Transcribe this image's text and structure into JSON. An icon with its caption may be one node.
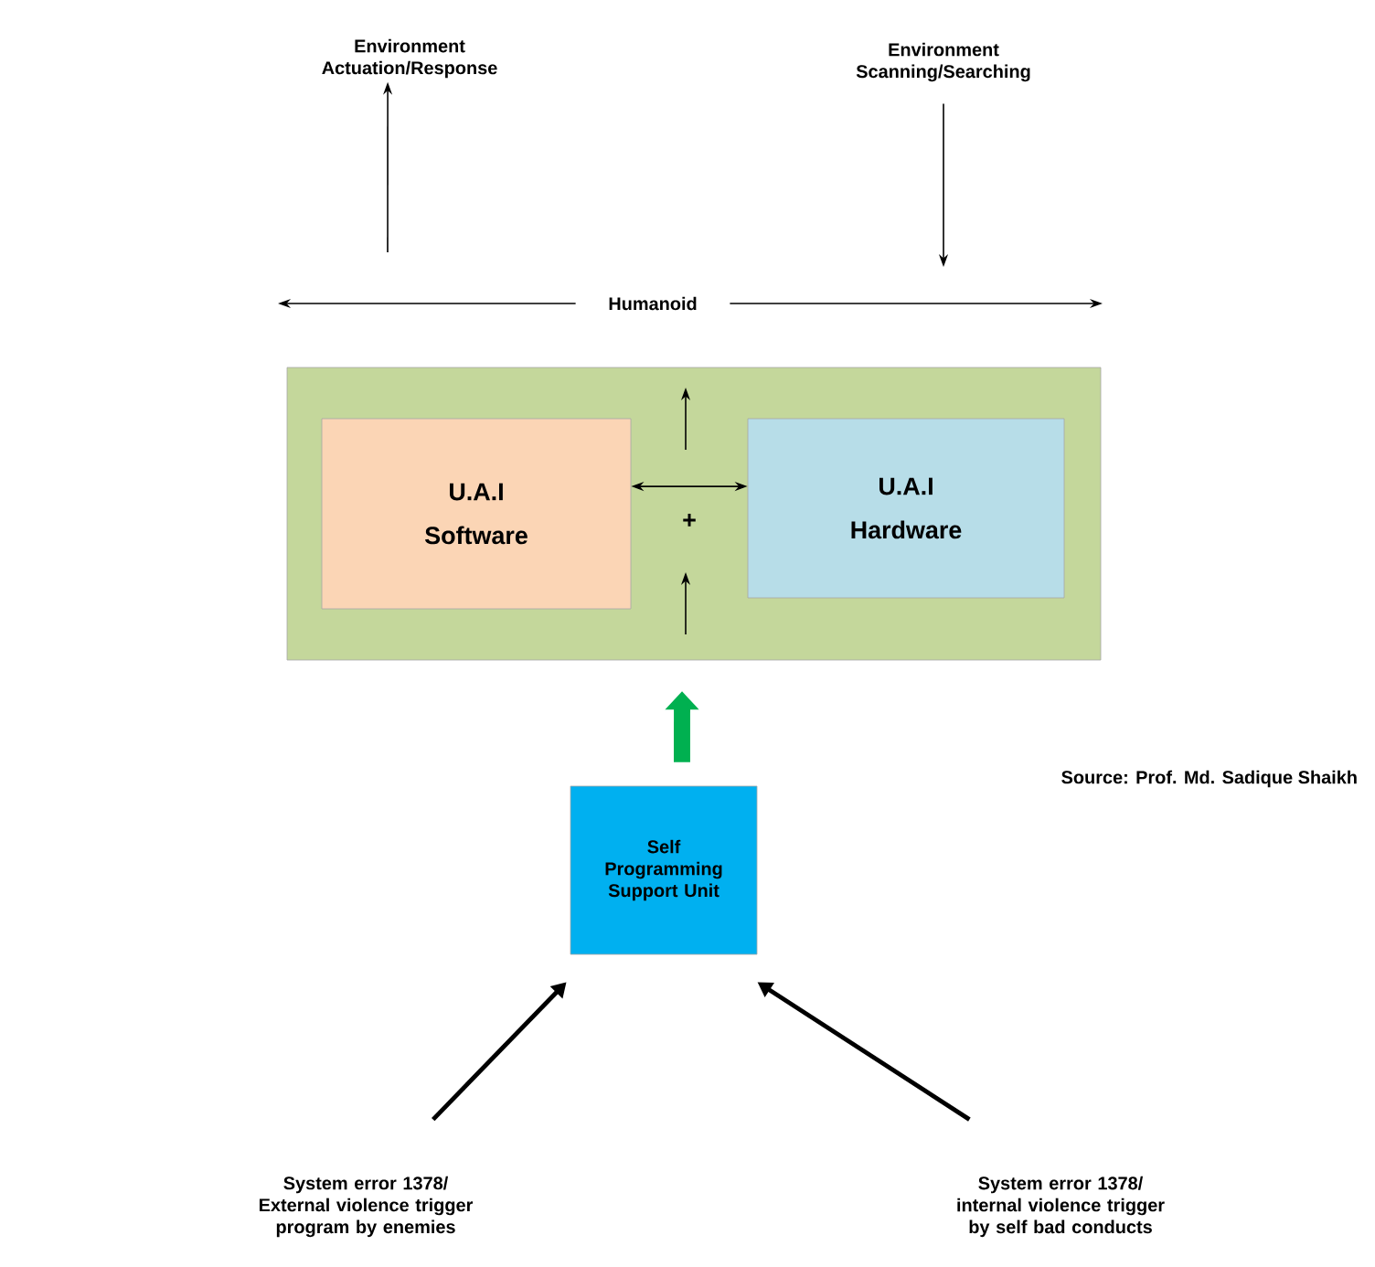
{
  "diagram": {
    "nodes": [
      {
        "text": [
          "Environment Actuation/Response"
        ]
      },
      {
        "text": [
          "Environment Scanning/Searching"
        ]
      },
      {
        "text": [
          "Humanoid"
        ]
      },
      {
        "text": [],
        "shape": "box"
      },
      {
        "text": [
          "U.A.I",
          "Software"
        ],
        "in": 3
      },
      {
        "text": [
          "U.A.I",
          "Hardware"
        ],
        "in": 3
      },
      {
        "text": [
          "+"
        ],
        "in": 3
      },
      {
        "text": [
          "Self Programming Support Unit"
        ]
      },
      {
        "text": [
          "System error 1378/ External violence trigger program by enemies"
        ]
      },
      {
        "text": [
          "System error 1378/ internal violence trigger by self bad conducts"
        ]
      }
    ],
    "edges": [
      {
        "from": null,
        "to": 0,
        "arrow": "to"
      },
      {
        "from": 1,
        "to": null,
        "arrow": "to"
      },
      {
        "from": 2,
        "to": null,
        "arrow": "to"
      },
      {
        "from": 2,
        "to": null,
        "arrow": "to"
      },
      {
        "from": 4,
        "to": 5,
        "arrow": "both"
      },
      {
        "from": 7,
        "to": 3,
        "arrow": "to",
        "style": "thick",
        "color": "#00b050"
      },
      {
        "from": 8,
        "to": 7,
        "arrow": "to",
        "style": "thick"
      },
      {
        "from": 9,
        "to": 7,
        "arrow": "to",
        "style": "thick"
      }
    ],
    "labels": [
      "Source: Prof. Md. Sadique Shaikh"
    ]
  }
}
